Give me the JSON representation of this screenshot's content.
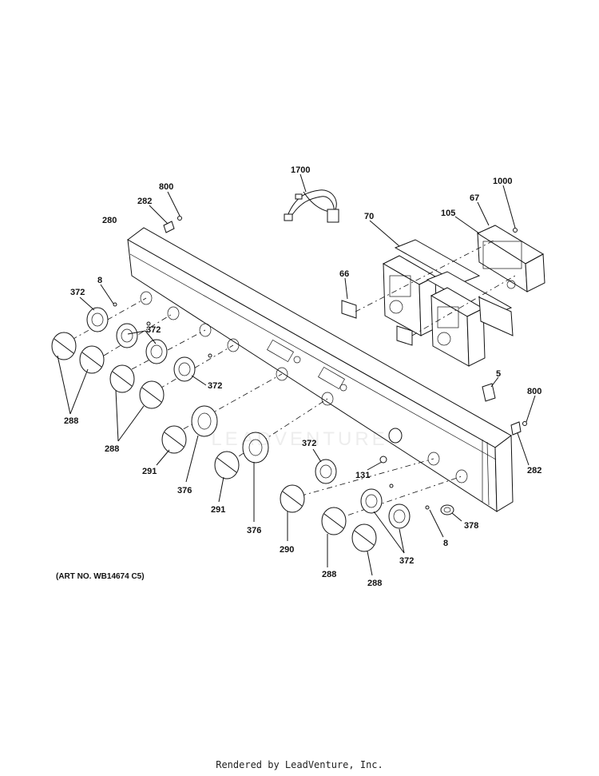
{
  "labels": {
    "l1700": "1700",
    "l800a": "800",
    "l282a": "282",
    "l280": "280",
    "l1000": "1000",
    "l67": "67",
    "l105": "105",
    "l70": "70",
    "l66": "66",
    "l8a": "8",
    "l372a": "372",
    "l372b": "372",
    "l372c": "372",
    "l288a": "288",
    "l288b": "288",
    "l5": "5",
    "l800b": "800",
    "l282b": "282",
    "l291a": "291",
    "l376a": "376",
    "l291b": "291",
    "l376b": "376",
    "l372d": "372",
    "l131": "131",
    "l378": "378",
    "l290": "290",
    "l8b": "8",
    "l372e": "372",
    "l288c": "288",
    "l288d": "288"
  },
  "art_no": "(ART NO. WB14674 C5)",
  "watermark": "LEADVENTURE",
  "footer": "Rendered by LeadVenture, Inc."
}
